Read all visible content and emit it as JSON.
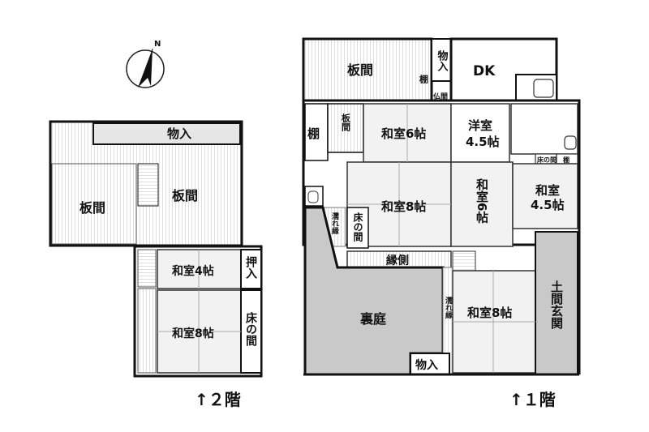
{
  "compass": {
    "label": "N",
    "icon": "north-arrow-icon"
  },
  "floor2": {
    "caption": "↑２階",
    "rooms": {
      "storage": "物入",
      "board_left": "板間",
      "board_right": "板間",
      "washitsu4": "和室4帖",
      "oshiire": "押入",
      "washitsu8": "和室8帖",
      "tokonoma": "床の間"
    }
  },
  "floor1": {
    "caption": "↑１階",
    "rooms": {
      "board_top": "板間",
      "shelf_top": "棚",
      "storage_top": "物入",
      "dk": "DK",
      "butsuma": "仏間",
      "shelf_left": "棚",
      "board_small": "板間",
      "washitsu6": "和室6帖",
      "yoshitsu": "洋室",
      "yoshitsu_size": "4.5帖",
      "tokonoma_small": "床の間",
      "shelf_right": "棚",
      "washitsu8_top": "和室8帖",
      "washitsu6_v": "和室6帖",
      "washitsu45": "和室",
      "washitsu45_size": "4.5帖",
      "nureen_top": "濡れ縁",
      "tokonoma_mid": "床の間",
      "engawa": "縁側",
      "uraniwa": "裏庭",
      "nureen_bottom": "濡れ縁",
      "washitsu8_bottom": "和室8帖",
      "doma": "土間玄関",
      "storage_bottom": "物入"
    }
  },
  "colors": {
    "wall": "#111111",
    "courtyard": "#c8c8c8",
    "hatch": "#bfbfbf",
    "tatami": "#eeeeee"
  }
}
